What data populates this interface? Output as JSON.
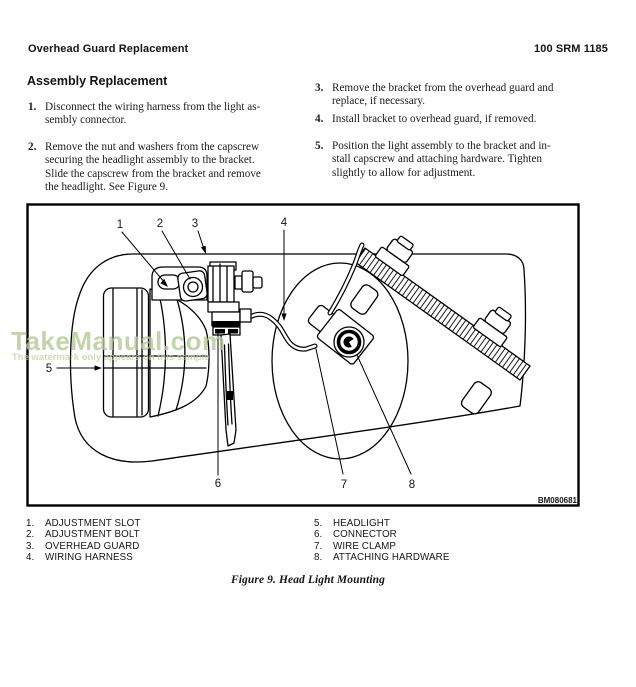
{
  "header": {
    "left": "Overhead Guard Replacement",
    "right": "100 SRM 1185"
  },
  "section": {
    "title": "Assembly Replacement"
  },
  "steps_left": [
    {
      "num": "1.",
      "text": "Disconnect the wiring harness from the light as-\nsembly connector."
    },
    {
      "num": "2.",
      "text": "Remove the nut and washers from the capscrew\nsecuring the headlight assembly to the bracket.\nSlide the capscrew from the bracket and remove\nthe headlight.  See Figure 9."
    }
  ],
  "steps_right": [
    {
      "num": "3.",
      "text": "Remove the bracket from the overhead guard and\nreplace, if necessary."
    },
    {
      "num": "4.",
      "text": "Install bracket to overhead guard, if removed."
    },
    {
      "num": "5.",
      "text": "Position the light assembly to the bracket and in-\nstall capscrew and attaching hardware.  Tighten\nslightly to allow for adjustment."
    }
  ],
  "figure": {
    "callouts": [
      "1",
      "2",
      "3",
      "4",
      "5",
      "6",
      "7",
      "8"
    ],
    "part_code": "BM080681",
    "caption": "Figure 9.  Head Light Mounting",
    "watermark_title": "TakeManual.com",
    "watermark_sub": "The watermark only appears on this sample",
    "watermark_color": "#b5ca97",
    "watermark_sub_color": "#bfd1a2",
    "line_color": "#000000"
  },
  "legend_left": [
    {
      "num": "1.",
      "label": "ADJUSTMENT SLOT"
    },
    {
      "num": "2.",
      "label": "ADJUSTMENT BOLT"
    },
    {
      "num": "3.",
      "label": "OVERHEAD GUARD"
    },
    {
      "num": "4.",
      "label": "WIRING HARNESS"
    }
  ],
  "legend_right": [
    {
      "num": "5.",
      "label": "HEADLIGHT"
    },
    {
      "num": "6.",
      "label": "CONNECTOR"
    },
    {
      "num": "7.",
      "label": "WIRE CLAMP"
    },
    {
      "num": "8.",
      "label": "ATTACHING HARDWARE"
    }
  ]
}
